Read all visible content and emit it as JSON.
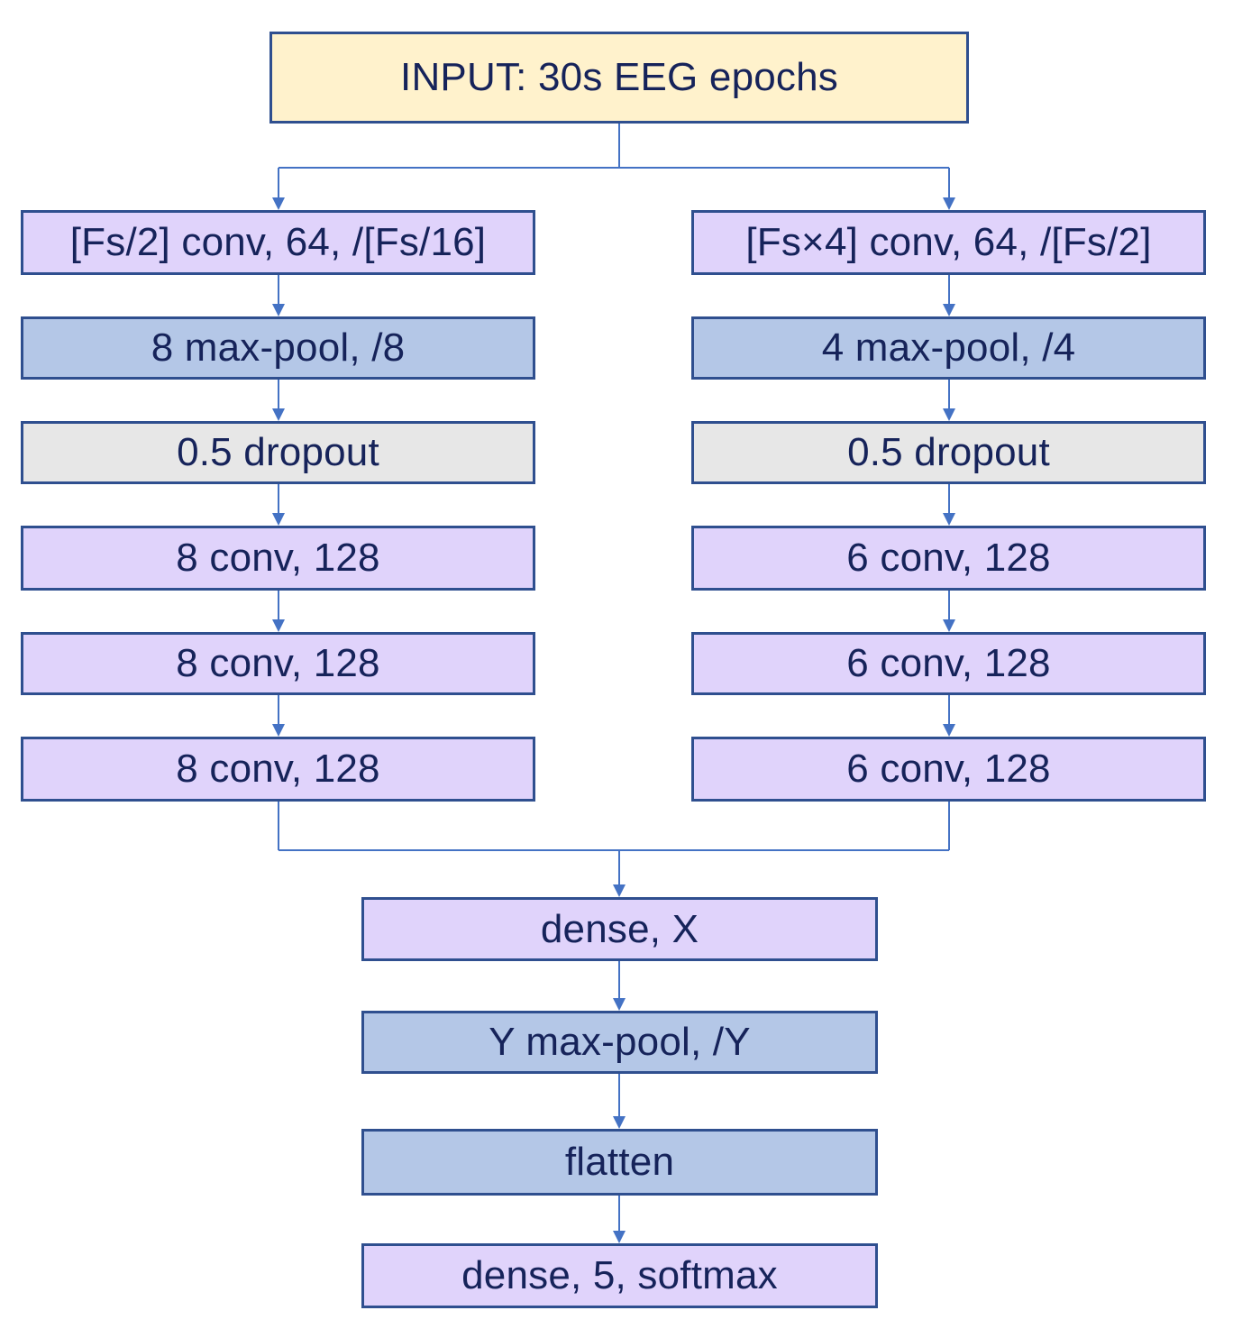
{
  "diagram": {
    "input": "INPUT: 30s EEG epochs",
    "left_branch": [
      "[Fs/2] conv, 64, /[Fs/16]",
      "8 max-pool, /8",
      "0.5 dropout",
      "8 conv, 128",
      "8 conv, 128",
      "8 conv, 128"
    ],
    "right_branch": [
      "[Fs×4] conv, 64, /[Fs/2]",
      "4 max-pool, /4",
      "0.5 dropout",
      "6 conv, 128",
      "6 conv, 128",
      "6 conv, 128"
    ],
    "head": [
      "dense, X",
      "Y max-pool, /Y",
      "flatten",
      "dense, 5, softmax"
    ],
    "colors": {
      "input_fill": "#fff2cc",
      "conv_fill": "#e0d3fb",
      "pool_fill": "#b4c7e7",
      "dropout_fill": "#e7e7e7",
      "border": "#2f4f8f",
      "connector": "#4472c4",
      "text": "#16235a"
    }
  }
}
